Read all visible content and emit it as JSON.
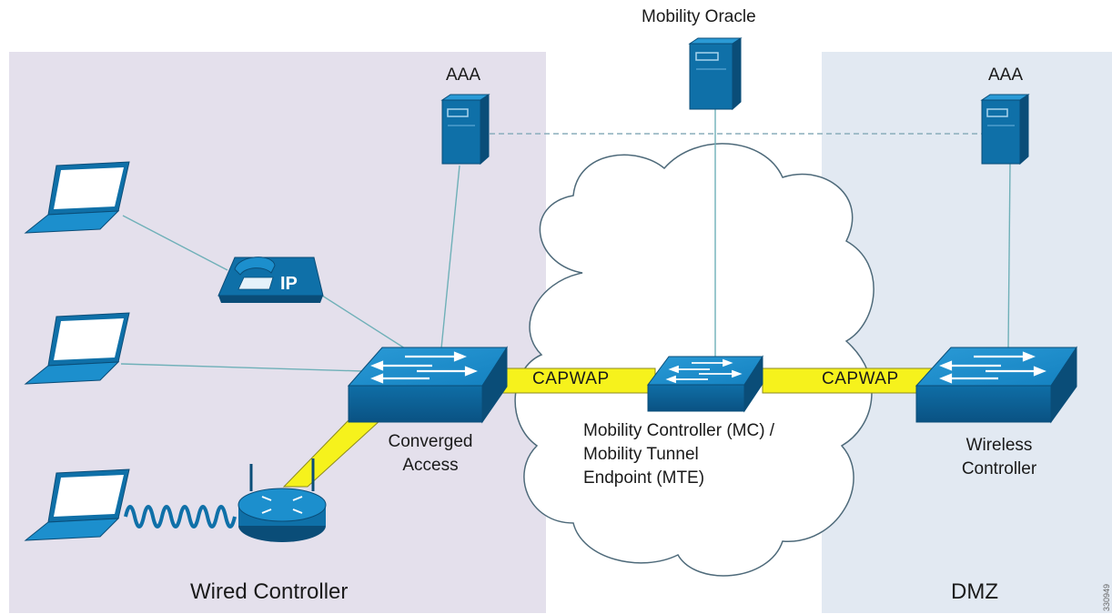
{
  "zones": {
    "left": {
      "label": "Wired Controller",
      "color": "#e4e0ec"
    },
    "right": {
      "label": "DMZ",
      "color": "#e2e9f2"
    }
  },
  "nodes": {
    "mobility_oracle": {
      "label": "Mobility Oracle",
      "icon": "server-icon"
    },
    "aaa_left": {
      "label": "AAA",
      "icon": "server-icon"
    },
    "aaa_right": {
      "label": "AAA",
      "icon": "server-icon"
    },
    "converged_access": {
      "label_line1": "Converged",
      "label_line2": "Access",
      "icon": "switch-icon"
    },
    "mobility_controller": {
      "label_line1": "Mobility Controller (MC) /",
      "label_line2": "Mobility Tunnel",
      "label_line3": "Endpoint (MTE)",
      "icon": "switch-icon"
    },
    "wireless_controller": {
      "label_line1": "Wireless",
      "label_line2": "Controller",
      "icon": "switch-icon"
    },
    "ip_phone": {
      "label": "IP",
      "icon": "ip-phone-icon"
    },
    "access_point": {
      "icon": "access-point-icon"
    },
    "laptops": [
      {
        "icon": "laptop-icon"
      },
      {
        "icon": "laptop-icon"
      },
      {
        "icon": "laptop-icon"
      }
    ]
  },
  "tunnels": {
    "left_label": "CAPWAP",
    "right_label": "CAPWAP",
    "color": "#f6f21c"
  },
  "colors": {
    "device_blue": "#0f70a8",
    "device_top": "#1c8fcd",
    "device_dark": "#0a4d78",
    "link": "#6fb0b8"
  },
  "figure_code": "330949"
}
